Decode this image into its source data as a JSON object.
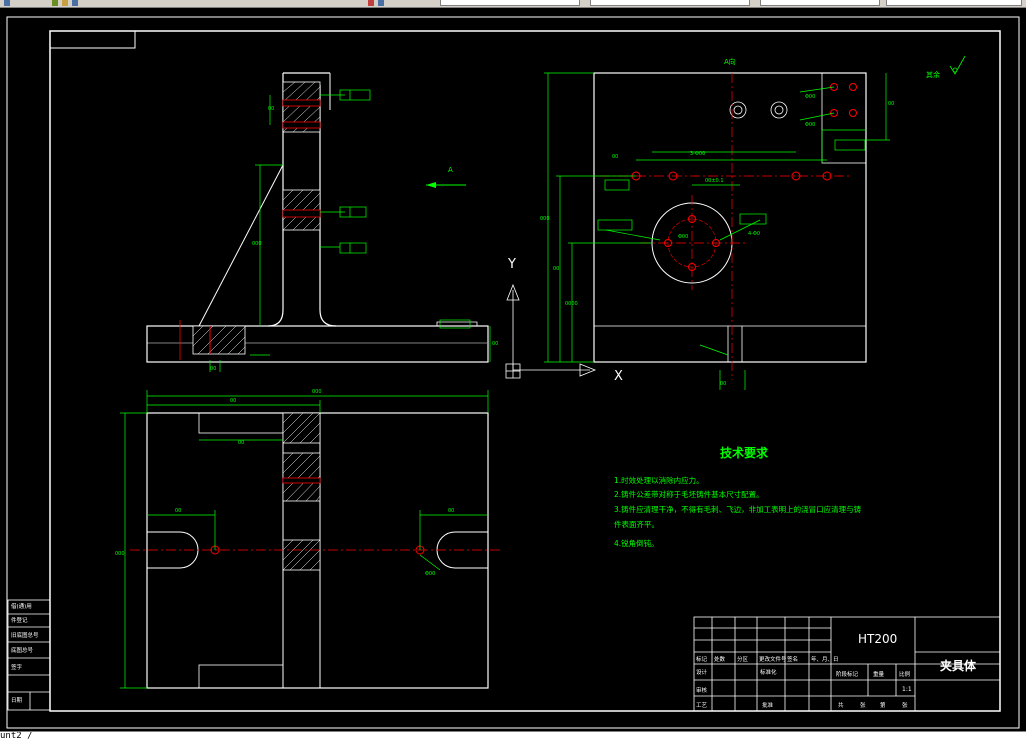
{
  "toolbar": {
    "fields": [
      "",
      "",
      "",
      "",
      ""
    ]
  },
  "command_line": {
    "text": "unt2 /"
  },
  "drawing": {
    "view_label_a": "A",
    "view_label_top": "A向",
    "axis_y": "Y",
    "axis_x": "X",
    "roughness_note": "其余",
    "tech_title": "技术要求",
    "tech_items": [
      "1.时效处理以消除内应力。",
      "2.铸件公差带对称于毛坯铸件基本尺寸配置。",
      "3.铸件应清理干净，不得有毛刺、飞边，非加工表明上的浇冒口应清理与铸",
      "件表面齐平。",
      "4.锐角倒钝。"
    ],
    "title_block": {
      "material": "HT200",
      "part_name": "夹具体",
      "scale": "1:1",
      "header_cells": [
        "标记",
        "处数",
        "分区",
        "更改文件号",
        "签名",
        "年、月、日"
      ],
      "row_labels": [
        "设计",
        "审核",
        "工艺"
      ],
      "std_label": "标准化",
      "approve_label": "批准",
      "stage_labels": [
        "阶段标记",
        "重量",
        "比例"
      ],
      "sheet_labels": [
        "共",
        "张",
        "第",
        "张"
      ]
    },
    "side_table": [
      "借(通)用",
      "件登记",
      "旧底图总号",
      "底图总号",
      "签字",
      "日期"
    ]
  }
}
